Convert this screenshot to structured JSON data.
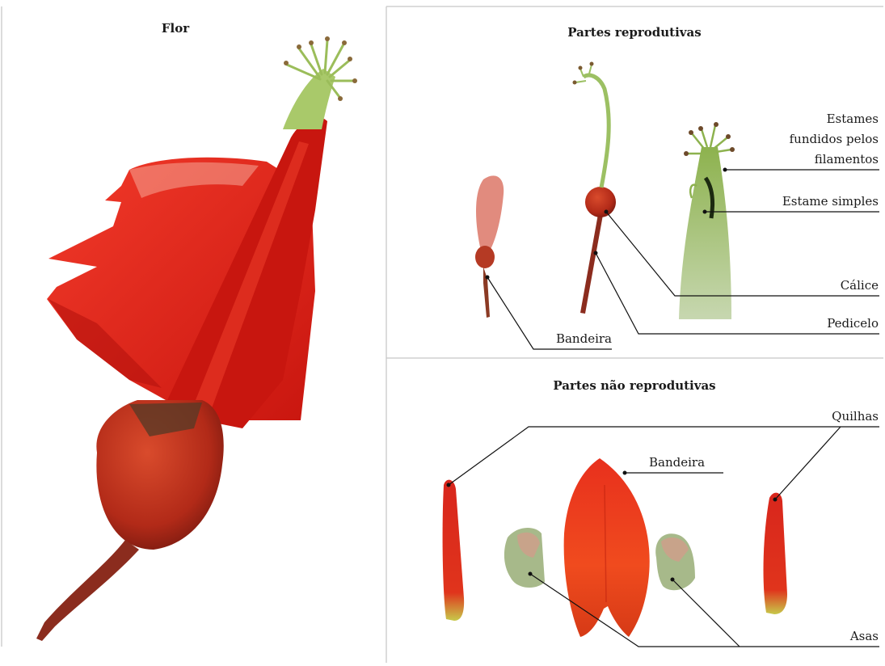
{
  "panels": {
    "flor": {
      "title": "Flor"
    },
    "reprodutivas": {
      "title": "Partes reprodutivas",
      "labels": {
        "estames_line1": "Estames",
        "estames_line2": "fundidos pelos",
        "estames_line3": "filamentos",
        "estame_simples": "Estame simples",
        "calice": "Cálice",
        "pedicelo": "Pedicelo",
        "bandeira": "Bandeira"
      }
    },
    "nao_reprodutivas": {
      "title": "Partes não reprodutivas",
      "labels": {
        "quilhas": "Quilhas",
        "bandeira": "Bandeira",
        "asas": "Asas"
      }
    }
  },
  "colors": {
    "petal_red": "#e0261f",
    "dark_red": "#b3140f",
    "calyx": "#b5301c",
    "stem": "#7e2a1c",
    "stamen_green": "#9cc063",
    "wing_green": "#a7b98a",
    "frame": "#c8c8c8"
  }
}
